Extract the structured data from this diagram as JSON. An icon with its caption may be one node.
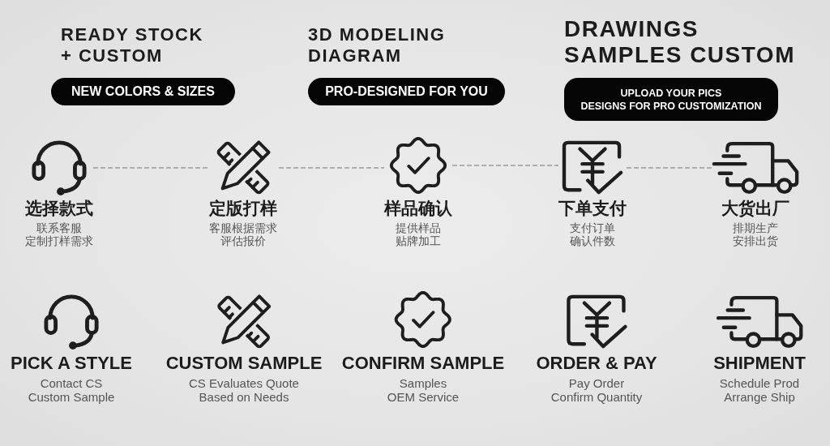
{
  "diagram": {
    "nodes": [
      {
        "text": [
          "READY STOCK + CUSTOM",
          "NEW COLORS & SIZES"
        ]
      },
      {
        "text": [
          "3D MODELING DIAGRAM",
          "PRO-DESIGNED FOR YOU"
        ]
      },
      {
        "text": [
          "DRAWINGS SAMPLES CUSTOM",
          "UPLOAD YOUR PICS",
          "DESIGNS FOR PRO CUSTOMIZATION"
        ]
      },
      {
        "text": [
          "选择款式",
          "联系客服",
          "定制打样需求"
        ]
      },
      {
        "text": [
          "定版打样",
          "客服根据需求评估报价"
        ]
      },
      {
        "text": [
          "样品确认",
          "提供样品",
          "贴牌加工"
        ]
      },
      {
        "text": [
          "下单支付",
          "支付订单",
          "确认件数"
        ]
      },
      {
        "text": [
          "大货出厂",
          "排期生产",
          "安排出货"
        ]
      },
      {
        "text": [
          "PICK A STYLE",
          "Contact CS",
          "Custom Sample"
        ]
      },
      {
        "text": [
          "CUSTOM SAMPLE",
          "CS Evaluates Quote Based on Needs"
        ]
      },
      {
        "text": [
          "CONFIRM SAMPLE",
          "Samples",
          "OEM Service"
        ]
      },
      {
        "text": [
          "ORDER & PAY",
          "Pay Order",
          "Confirm Quantity"
        ]
      },
      {
        "text": [
          "SHIPMENT",
          "Schedule Prod",
          "Arrange Ship"
        ]
      }
    ],
    "edges": [
      {
        "from": 3,
        "to": 4,
        "arrow": "none",
        "style": "dashed"
      },
      {
        "from": 4,
        "to": 5,
        "arrow": "none",
        "style": "dashed"
      },
      {
        "from": 5,
        "to": 6,
        "arrow": "none",
        "style": "dashed"
      },
      {
        "from": 6,
        "to": 7,
        "arrow": "none",
        "style": "dashed"
      }
    ]
  }
}
